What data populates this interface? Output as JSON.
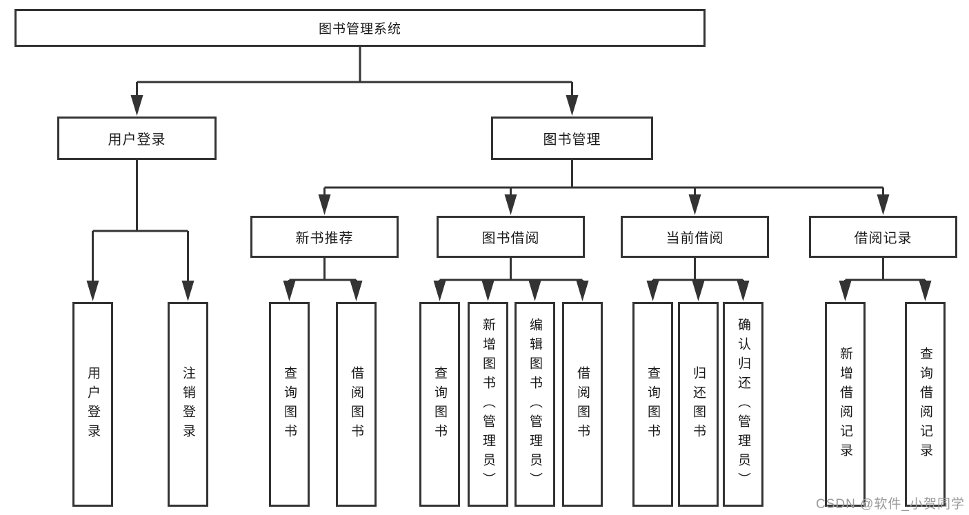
{
  "diagram": {
    "title_node": "图书管理系统",
    "root": {
      "label": "图书管理系统"
    },
    "level2": [
      {
        "id": "user-login",
        "label": "用户登录"
      },
      {
        "id": "book-management",
        "label": "图书管理"
      }
    ],
    "level3": [
      {
        "id": "new-book-recommend",
        "label": "新书推荐",
        "parent": "图书管理"
      },
      {
        "id": "book-borrow",
        "label": "图书借阅",
        "parent": "图书管理"
      },
      {
        "id": "current-borrow",
        "label": "当前借阅",
        "parent": "图书管理"
      },
      {
        "id": "borrow-records",
        "label": "借阅记录",
        "parent": "图书管理"
      }
    ],
    "leaves": {
      "user_login": [
        "用户登录",
        "注销登录"
      ],
      "new_book_recommend": [
        "查询图书",
        "借阅图书"
      ],
      "book_borrow": [
        "查询图书",
        "新增图书（管理员）",
        "编辑图书（管理员）",
        "借阅图书"
      ],
      "current_borrow": [
        "查询图书",
        "归还图书",
        "确认归还（管理员）"
      ],
      "borrow_records": [
        "新增借阅记录",
        "查询借阅记录"
      ]
    },
    "line_color": "#333333",
    "text_color": "#1a1a1a"
  },
  "watermark": {
    "text": "CSDN @软件_小贺同学",
    "color": "#9b9b9b"
  }
}
